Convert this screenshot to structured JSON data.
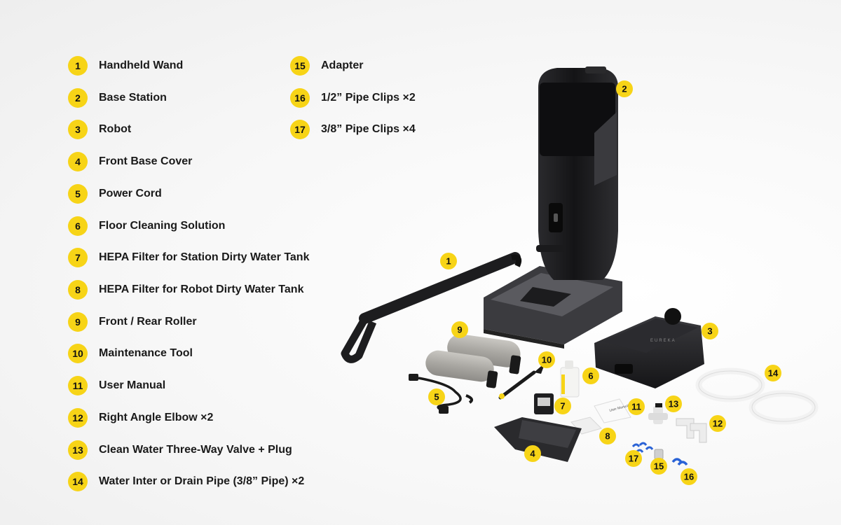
{
  "colors": {
    "badge": "#F7D417",
    "text": "#1a1a1a",
    "product_dark": "#1c1c1e",
    "product_grey": "#8a8a8e"
  },
  "legend": [
    {
      "num": "1",
      "label": "Handheld Wand"
    },
    {
      "num": "2",
      "label": "Base Station"
    },
    {
      "num": "3",
      "label": "Robot"
    },
    {
      "num": "4",
      "label": "Front Base Cover"
    },
    {
      "num": "5",
      "label": "Power Cord"
    },
    {
      "num": "6",
      "label": "Floor Cleaning Solution"
    },
    {
      "num": "7",
      "label": "HEPA Filter for Station Dirty Water Tank"
    },
    {
      "num": "8",
      "label": "HEPA Filter for Robot Dirty Water Tank"
    },
    {
      "num": "9",
      "label": "Front / Rear Roller"
    },
    {
      "num": "10",
      "label": "Maintenance Tool"
    },
    {
      "num": "11",
      "label": "User Manual"
    },
    {
      "num": "12",
      "label": "Right Angle Elbow ×2"
    },
    {
      "num": "13",
      "label": "Clean Water Three-Way Valve + Plug"
    },
    {
      "num": "14",
      "label": "Water Inter or Drain Pipe (3/8” Pipe) ×2"
    },
    {
      "num": "15",
      "label": "Adapter"
    },
    {
      "num": "16",
      "label": "1/2” Pipe Clips ×2"
    },
    {
      "num": "17",
      "label": "3/8” Pipe Clips ×4"
    }
  ],
  "callouts": [
    "1",
    "2",
    "3",
    "4",
    "5",
    "6",
    "7",
    "8",
    "9",
    "10",
    "11",
    "12",
    "13",
    "14",
    "15",
    "16",
    "17"
  ],
  "product": {
    "brand_mark": "EUREKA",
    "manual_cover_text": "User Manual"
  }
}
